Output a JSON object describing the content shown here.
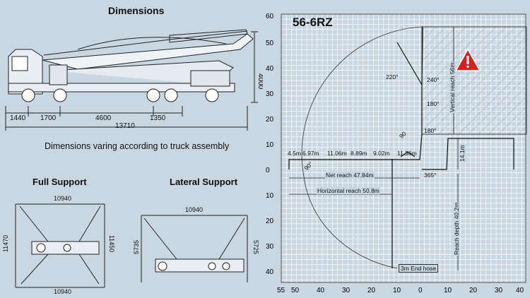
{
  "left_panel": {
    "dimensions_heading": "Dimensions",
    "side_view": {
      "height": "4000",
      "segments": [
        "1440",
        "1700",
        "4600",
        "1350"
      ],
      "total_length": "13710"
    },
    "note": "Dimensions varing according to truck assembly",
    "full_support": {
      "heading": "Full Support",
      "top_width": "10940",
      "bottom_width": "10940",
      "left_height": "11470",
      "right_height": "11450"
    },
    "lateral_support": {
      "heading": "Lateral Support",
      "top_width": "10940",
      "left_height": "5735",
      "right_height": "5725"
    }
  },
  "chart": {
    "model": "56-6RZ",
    "y_ticks": [
      "60",
      "50",
      "40",
      "30",
      "20",
      "10",
      "0",
      "10",
      "20",
      "30",
      "40"
    ],
    "x_ticks": [
      "55",
      "50",
      "40",
      "30",
      "20",
      "10",
      "0",
      "10",
      "20",
      "30",
      "40"
    ],
    "section_lengths": [
      "4.5m",
      "6.97m",
      "11.06m",
      "8.89m",
      "9.02m",
      "11.36m"
    ],
    "angles": [
      "220°",
      "240°",
      "180°",
      "180°",
      "90",
      "90°",
      "365°"
    ],
    "net_reach": "Net reach 47.84m",
    "horizontal_reach": "Horizontal reach 50.8m",
    "vertical_reach": "Vertical reach 56m",
    "height_label": "14.1m",
    "reach_depth": "Reach depth 40.2m",
    "end_hose": "3m End hose",
    "warning_icon": "warning-triangle-icon",
    "warning_color": "#d42020"
  }
}
